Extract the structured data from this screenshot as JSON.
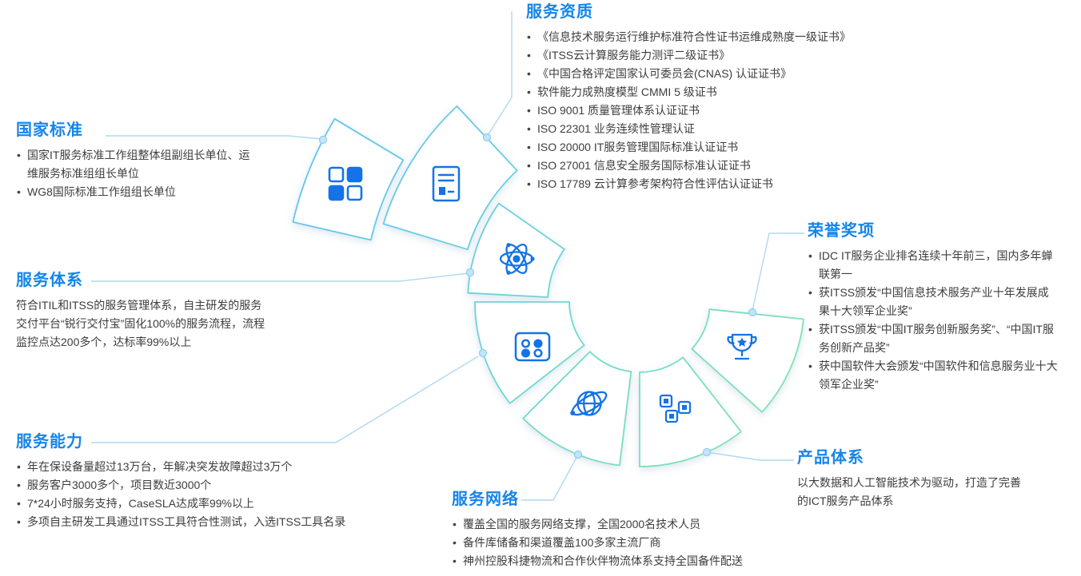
{
  "sections": {
    "national_standards": {
      "title": "国家标准",
      "icon": "grid-icon",
      "items": [
        "国家IT服务标准工作组整体组副组长单位、运维服务标准组组长单位",
        "WG8国际标准工作组组长单位"
      ]
    },
    "service_qualifications": {
      "title": "服务资质",
      "icon": "certificate-icon",
      "items": [
        "《信息技术服务运行维护标准符合性证书运维成熟度一级证书》",
        "《ITSS云计算服务能力测评二级证书》",
        "《中国合格评定国家认可委员会(CNAS) 认证证书》",
        "软件能力成熟度模型 CMMI 5 级证书",
        "ISO 9001 质量管理体系认证证书",
        "ISO 22301 业务连续性管理认证",
        "ISO 20000 IT服务管理国际标准认证证书",
        "ISO 27001 信息安全服务国际标准认证证书",
        "ISO 17789 云计算参考架构符合性评估认证证书"
      ]
    },
    "service_system": {
      "title": "服务体系",
      "icon": "atom-icon",
      "text": "符合ITIL和ITSS的服务管理体系，自主研发的服务交付平台“锐行交付宝”固化100%的服务流程，流程监控点达200多个，达标率99%以上"
    },
    "service_capability": {
      "title": "服务能力",
      "icon": "apps-icon",
      "items": [
        "年在保设备量超过13万台，年解决突发故障超过3万个",
        "服务客户3000多个，项目数近3000个",
        "7*24小时服务支持，CaseSLA达成率99%以上",
        "多项自主研发工具通过ITSS工具符合性测试，入选ITSS工具名录"
      ]
    },
    "service_network": {
      "title": "服务网络",
      "icon": "globe-icon",
      "items": [
        "覆盖全国的服务网络支撑，全国2000名技术人员",
        "备件库储备和渠道覆盖100多家主流厂商",
        "神州控股科捷物流和合作伙伴物流体系支持全国备件配送"
      ]
    },
    "product_system": {
      "title": "产品体系",
      "icon": "cubes-icon",
      "text": "以大数据和人工智能技术为驱动，打造了完善的ICT服务产品体系"
    },
    "honors_awards": {
      "title": "荣誉奖项",
      "icon": "trophy-icon",
      "items": [
        "IDC IT服务企业排名连续十年前三，国内多年蝉联第一",
        "获ITSS颁发“中国信息技术服务产业十年发展成果十大领军企业奖”",
        "获ITSS颁发“中国IT服务创新服务奖”、“中国IT服务创新产品奖”",
        "获中国软件大会颁发“中国软件和信息服务业十大领军企业奖”"
      ]
    }
  },
  "colors": {
    "title": "#1585ea",
    "body": "#3d3d3d",
    "icon_blue": "#1473e6",
    "tile_stroke_start": "#5fc1f7",
    "tile_stroke_mid": "#6fd8cf",
    "tile_stroke_end": "#8ae6a8",
    "connector": "#aed9f2",
    "dot_fill": "#c3e5f8",
    "dot_stroke": "#8cccf0"
  }
}
